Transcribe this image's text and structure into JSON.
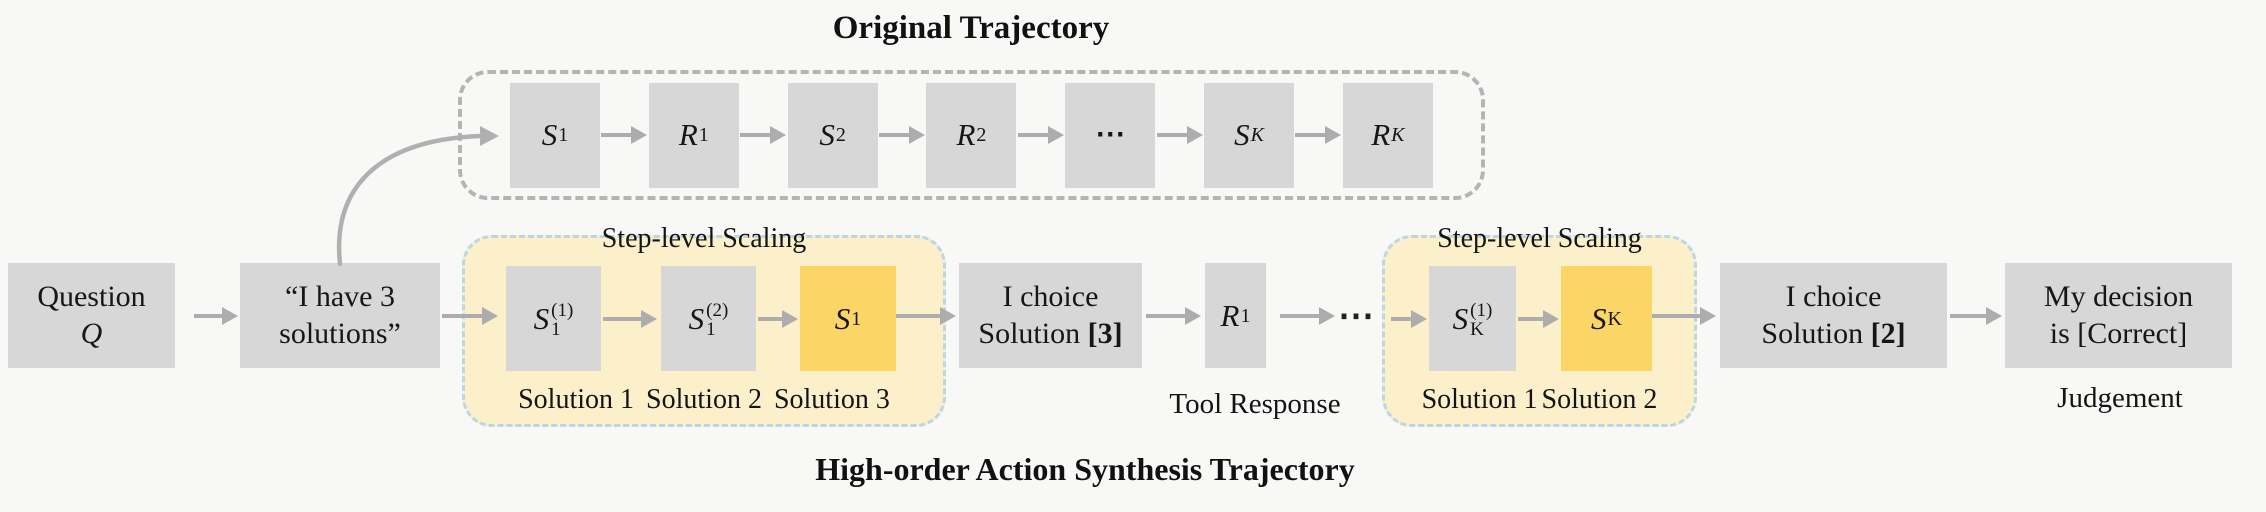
{
  "colors": {
    "background": "#f8f8f6",
    "box_gray": "#d7d7d7",
    "highlight_gold": "#fbd566",
    "container_cream": "#fbf0ca",
    "container_blue_dash": "#b9d6ea",
    "container_gray_dash": "#b4b4b4",
    "arrow_gray": "#adadad",
    "text": "#1c1c1c"
  },
  "top": {
    "title": "Original Trajectory",
    "boxes": [
      {
        "base": "S",
        "sub": "1"
      },
      {
        "base": "R",
        "sub": "1"
      },
      {
        "base": "S",
        "sub": "2"
      },
      {
        "base": "R",
        "sub": "2"
      },
      {
        "dots": "⋯"
      },
      {
        "base": "S",
        "sub": "K"
      },
      {
        "base": "R",
        "sub": "K"
      }
    ]
  },
  "bottom": {
    "question": {
      "line1": "Question",
      "line2": "Q"
    },
    "premise": {
      "line1": "“I have 3",
      "line2": "solutions”"
    },
    "scaling1": {
      "title": "Step-level Scaling",
      "boxes": [
        {
          "base": "S",
          "sub": "1",
          "sup": "(1)"
        },
        {
          "base": "S",
          "sub": "1",
          "sup": "(2)"
        },
        {
          "base": "S",
          "sub": "1"
        }
      ],
      "labels": [
        "Solution 1",
        "Solution 2",
        "Solution 3"
      ]
    },
    "choice1": {
      "line1": "I choice",
      "line2_text": "Solution ",
      "line2_bold": "[3]"
    },
    "tool": {
      "base": "R",
      "sub": "1",
      "label": "Tool Response"
    },
    "dots": "⋯",
    "scaling2": {
      "title": "Step-level Scaling",
      "boxes": [
        {
          "base": "S",
          "sub": "K",
          "sup": "(1)"
        },
        {
          "base": "S",
          "sub": "K"
        }
      ],
      "labels": [
        "Solution 1",
        "Solution 2"
      ]
    },
    "choice2": {
      "line1": "I choice",
      "line2_text": "Solution ",
      "line2_bold": "[2]"
    },
    "decision": {
      "line1": "My decision",
      "line2": "is  [Correct]",
      "label": "Judgement"
    },
    "title": "High-order Action Synthesis Trajectory"
  }
}
